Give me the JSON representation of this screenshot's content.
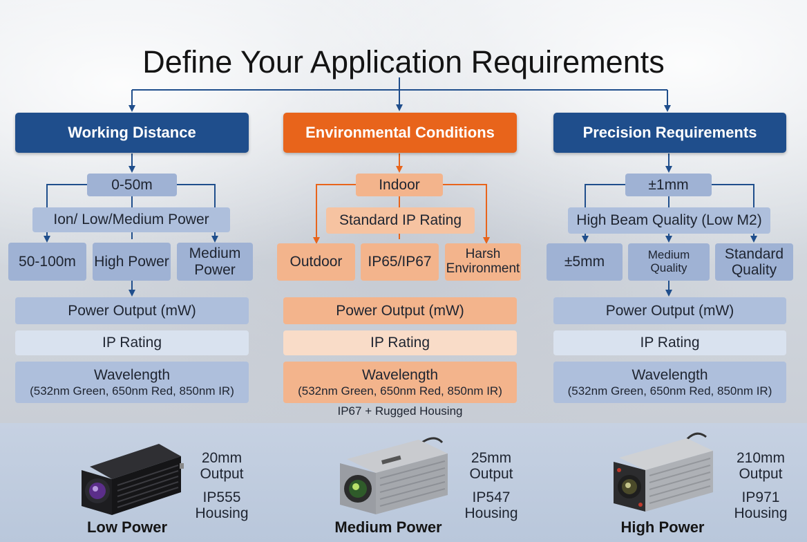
{
  "title": "Define Your Application Requirements",
  "columns": [
    {
      "header": "Working Distance",
      "range": "0-50m",
      "level2": "Ion/ Low/Medium Power",
      "options": [
        "50-100m",
        "High Power",
        "Medium Power"
      ],
      "power": "Power Output (mW)",
      "ip": "IP Rating",
      "wavelength": "Wavelength",
      "wavelength_detail": "(532nm Green, 650nm Red, 850nm IR)"
    },
    {
      "header": "Environmental Conditions",
      "range": "Indoor",
      "level2": "Standard IP Rating",
      "options": [
        "Outdoor",
        "IP65/IP67",
        "Harsh Environment"
      ],
      "power": "Power Output (mW)",
      "ip": "IP Rating",
      "wavelength": "Wavelength",
      "wavelength_detail": "(532nm Green, 650nm Red, 850nm IR)",
      "note": "IP67 + Rugged Housing"
    },
    {
      "header": "Precision Requirements",
      "range": "±1mm",
      "level2": "High Beam Quality (Low M2)",
      "options": [
        "±5mm",
        "Medium Quality",
        "Standard Quality"
      ],
      "power": "Power Output (mW)",
      "ip": "IP Rating",
      "wavelength": "Wavelength",
      "wavelength_detail": "(532nm Green, 650nm Red, 850nm IR)"
    }
  ],
  "products": [
    {
      "label": "Low Power",
      "spec1": "20mm",
      "spec2": "Output",
      "spec3": "IP555",
      "spec4": "Housing"
    },
    {
      "label": "Medium Power",
      "spec1": "25mm",
      "spec2": "Output",
      "spec3": "IP547",
      "spec4": "Housing"
    },
    {
      "label": "High Power",
      "spec1": "210mm",
      "spec2": "Output",
      "spec3": "IP971",
      "spec4": "Housing"
    }
  ],
  "colors": {
    "blue_header": "#1f4e8c",
    "orange_header": "#e8641b",
    "connector_blue": "#1f4e8c",
    "connector_orange": "#e8641b"
  }
}
